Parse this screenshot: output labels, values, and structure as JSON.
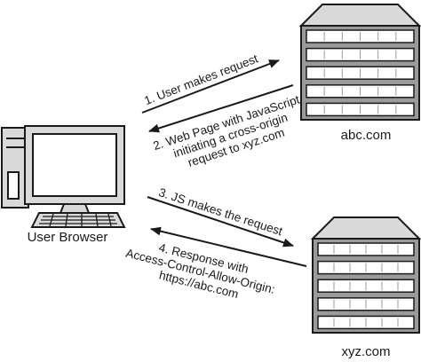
{
  "nodes": {
    "client": {
      "label": "User Browser",
      "icon": "desktop-computer-icon"
    },
    "server_abc": {
      "label": "abc.com",
      "icon": "server-rack-icon"
    },
    "server_xyz": {
      "label": "xyz.com",
      "icon": "server-rack-icon"
    }
  },
  "messages": [
    {
      "lines": [
        "1. User makes request"
      ],
      "from": "client",
      "to": "server_abc"
    },
    {
      "lines": [
        "2. Web Page with JavaScript",
        "initiating a cross-origin",
        "request to xyz.com"
      ],
      "from": "server_abc",
      "to": "client"
    },
    {
      "lines": [
        "3. JS makes the request"
      ],
      "from": "client",
      "to": "server_xyz"
    },
    {
      "lines": [
        "4. Response with",
        "Access-Control-Allow-Origin:",
        "https://abc.com"
      ],
      "from": "server_xyz",
      "to": "client"
    }
  ],
  "colors": {
    "stroke": "#1a1a1a",
    "server_body": "#9a9a9a",
    "server_slot": "#ffffff",
    "server_top": "#d9d9d9",
    "computer_fill": "#d9d9d9",
    "screen_fill": "#ffffff"
  }
}
